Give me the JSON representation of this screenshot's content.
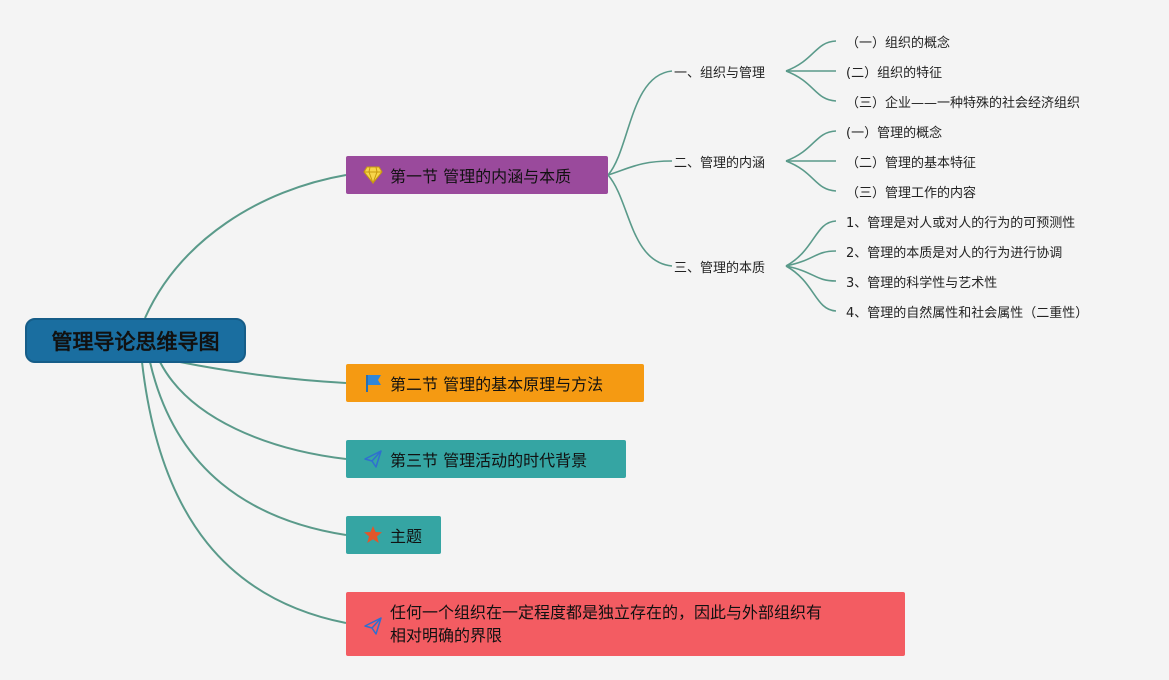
{
  "root": {
    "label": "管理导论思维导图"
  },
  "topics": [
    {
      "label": "第一节 管理的内涵与本质",
      "icon": "diamond-icon",
      "color": "#9a4a9c"
    },
    {
      "label": "第二节 管理的基本原理与方法",
      "icon": "flag-icon",
      "color": "#f59a12"
    },
    {
      "label": "第三节 管理活动的时代背景",
      "icon": "paper-plane-icon",
      "color": "#35a5a3"
    },
    {
      "label": "主题",
      "icon": "star-icon",
      "color": "#35a5a3"
    },
    {
      "label_line1": "任何一个组织在一定程度都是独立存在的，因此与外部组织有",
      "label_line2": "相对明确的界限",
      "icon": "paper-plane-icon",
      "color": "#f35c62"
    }
  ],
  "subtopics": [
    {
      "label": "一、组织与管理",
      "children": [
        "（一）组织的概念",
        "(二）组织的特征",
        "（三）企业——一种特殊的社会经济组织"
      ]
    },
    {
      "label": "二、管理的内涵",
      "children": [
        "(一）管理的概念",
        "（二）管理的基本特征",
        "（三）管理工作的内容"
      ]
    },
    {
      "label": "三、管理的本质",
      "children": [
        "1、管理是对人或对人的行为的可预测性",
        "2、管理的本质是对人的行为进行协调",
        "3、管理的科学性与艺术性",
        "4、管理的自然属性和社会属性（二重性）"
      ]
    }
  ]
}
